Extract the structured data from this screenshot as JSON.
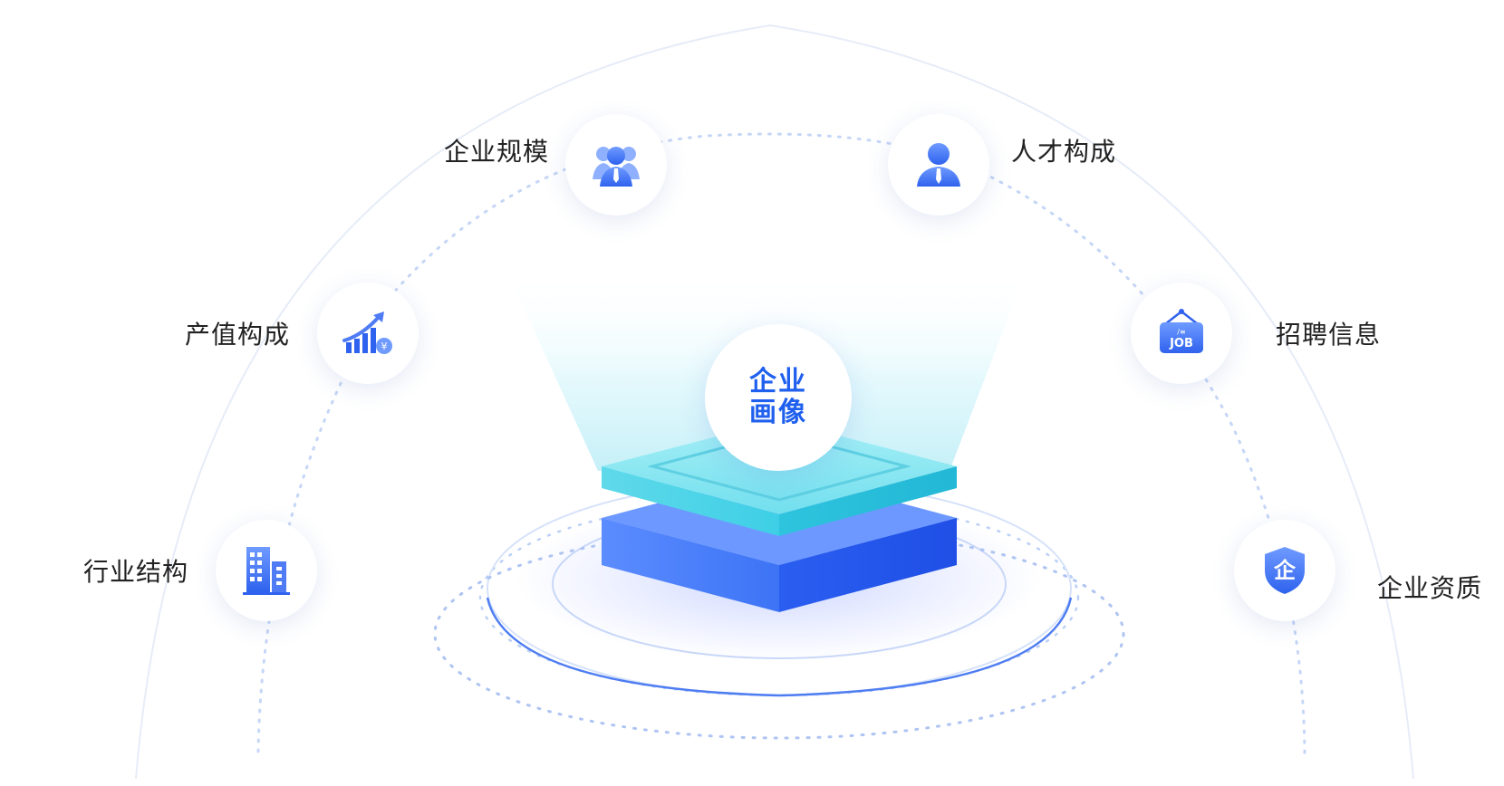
{
  "center": {
    "line1": "企业",
    "line2": "画像"
  },
  "nodes": [
    {
      "label": "企业规模",
      "icon": "people-group-icon"
    },
    {
      "label": "人才构成",
      "icon": "person-tie-icon"
    },
    {
      "label": "产值构成",
      "icon": "growth-chart-yen-icon"
    },
    {
      "label": "招聘信息",
      "icon": "job-sign-icon"
    },
    {
      "label": "行业结构",
      "icon": "buildings-icon"
    },
    {
      "label": "企业资质",
      "icon": "shield-qi-icon"
    }
  ],
  "colors": {
    "accent": "#2f6bf2",
    "accent_light": "#6f9bff",
    "platform_top": "#7fe4f0",
    "platform_side": "#2a62f0",
    "label_text": "#222222"
  }
}
